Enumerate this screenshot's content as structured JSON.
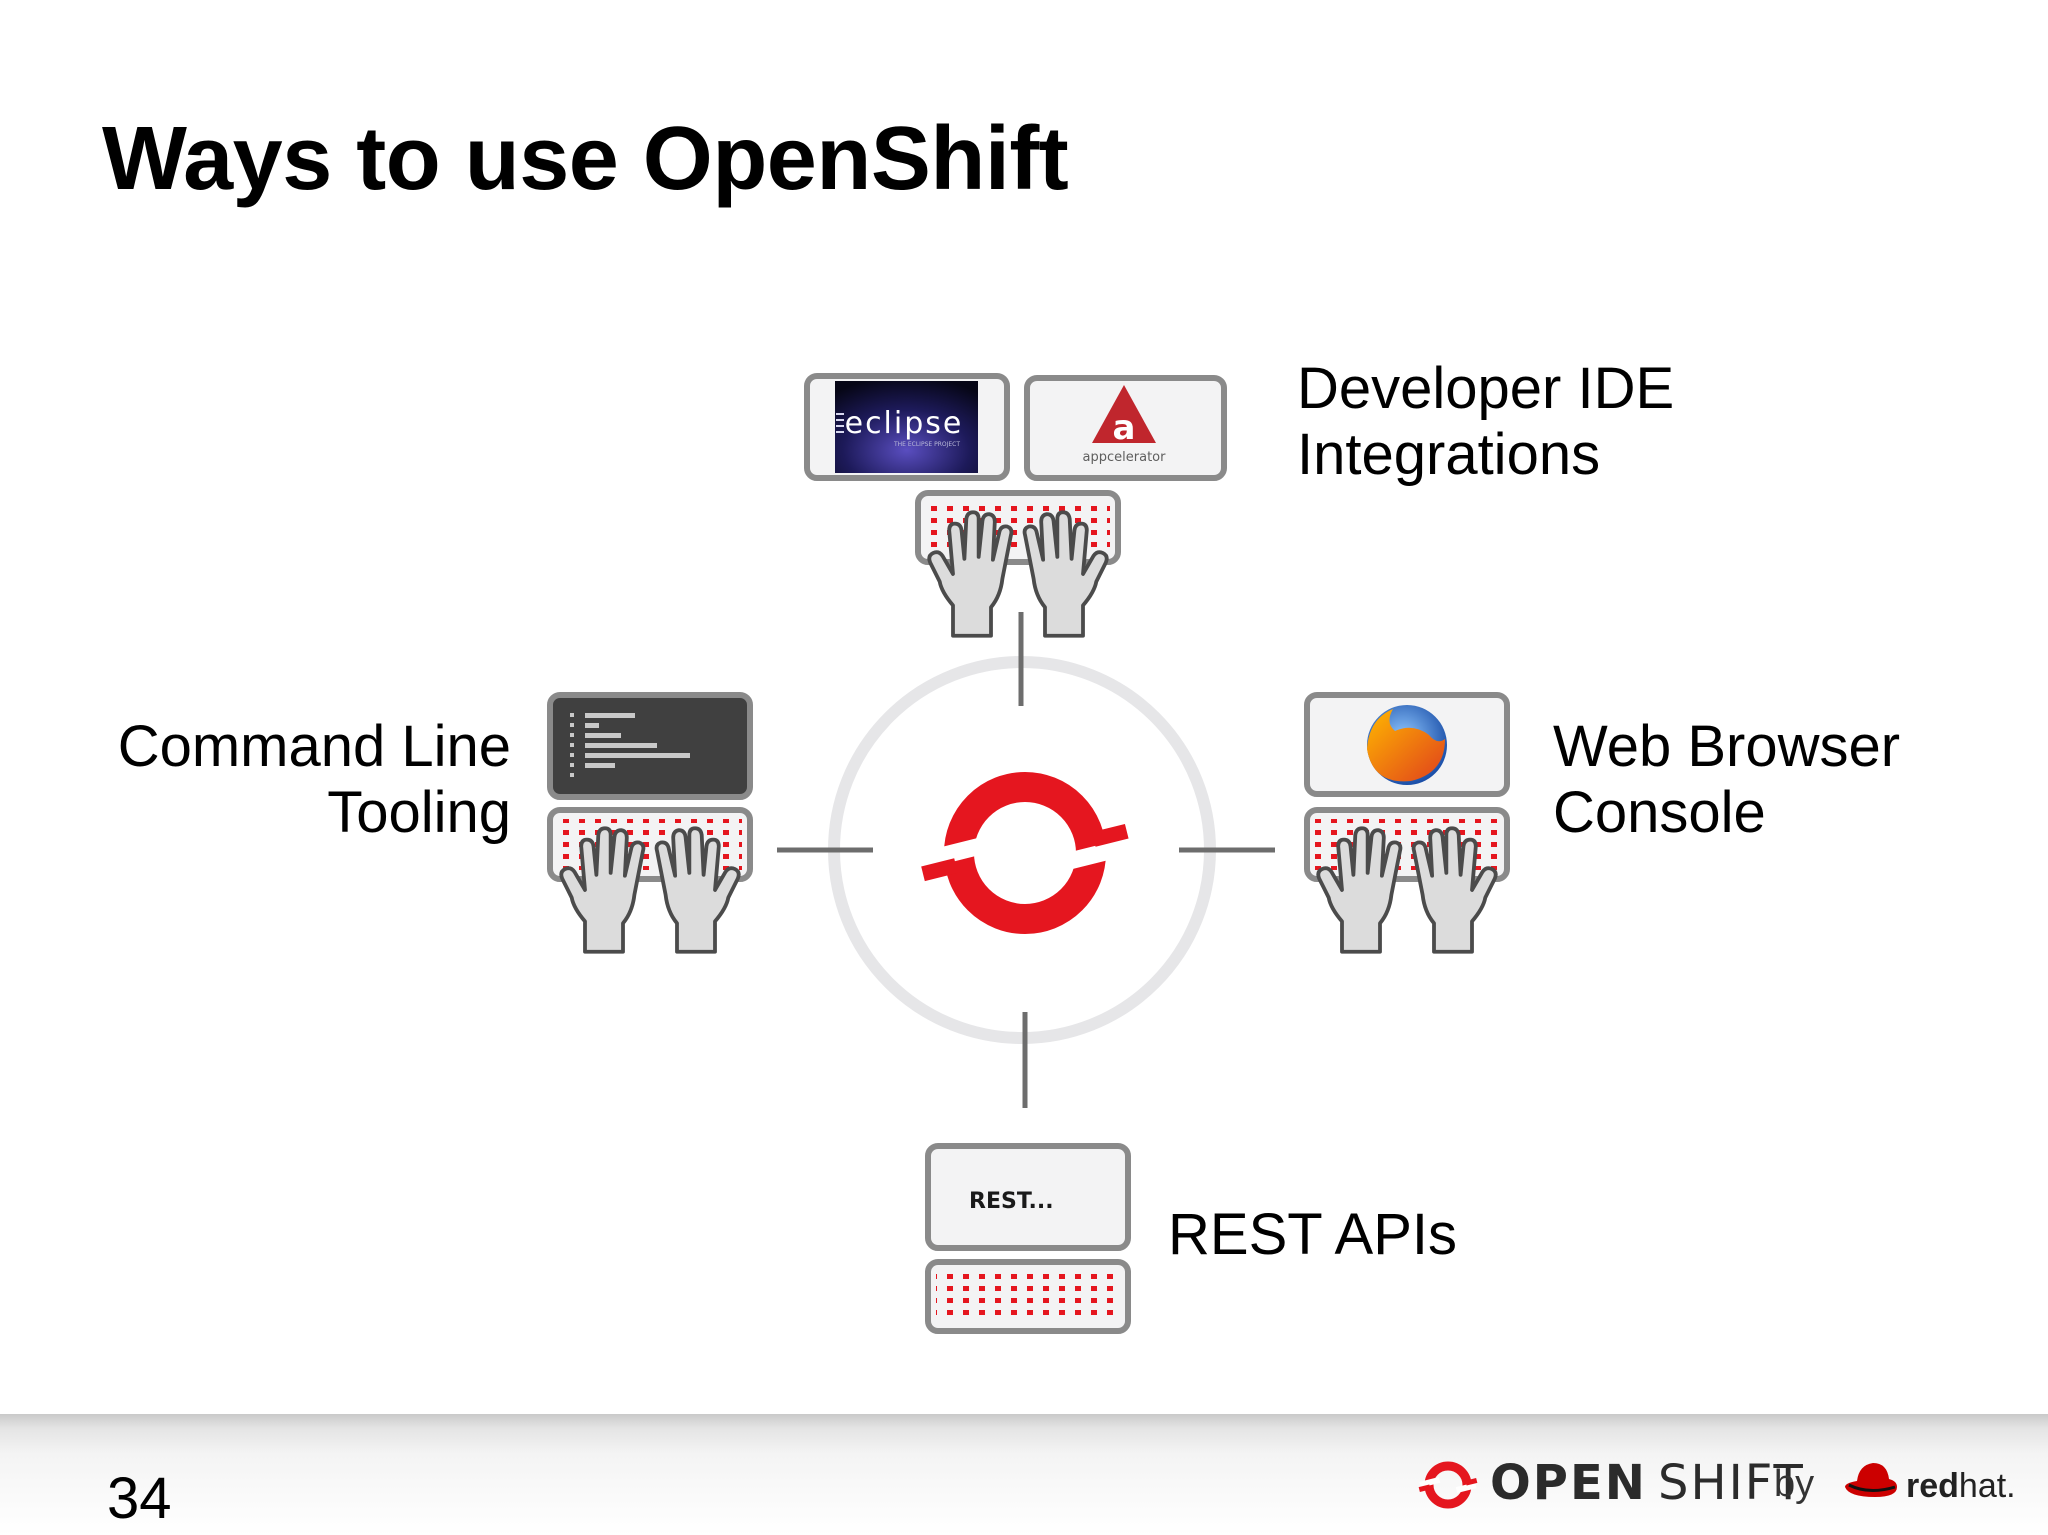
{
  "slide": {
    "title": "Ways to use OpenShift",
    "page_number": "34"
  },
  "diagram": {
    "ide": {
      "label_line1": "Developer IDE",
      "label_line2": "Integrations",
      "tool1": "eclipse",
      "tool1_sub": "THE ECLIPSE PROJECT",
      "tool2_mark": "a",
      "tool2": "appcelerator"
    },
    "cli": {
      "label_line1": "Command Line",
      "label_line2": "Tooling"
    },
    "web": {
      "label_line1": "Web Browser",
      "label_line2": "Console"
    },
    "rest": {
      "label": "REST APIs",
      "screen_text": "REST..."
    }
  },
  "footer": {
    "brand_open": "OPEN",
    "brand_shift": "SHIFT",
    "brand_by": "by",
    "brand_red_bold": "red",
    "brand_red_light": "hat."
  },
  "colors": {
    "accent_red": "#e5161f",
    "frame_gray": "#8a8a8a",
    "ring_gray": "#e6e6e8"
  },
  "icons": [
    "eclipse-logo-icon",
    "appcelerator-logo-icon",
    "terminal-icon",
    "firefox-icon",
    "openshift-logo-icon",
    "keyboard-icon",
    "hands-icon",
    "redhat-logo-icon"
  ]
}
